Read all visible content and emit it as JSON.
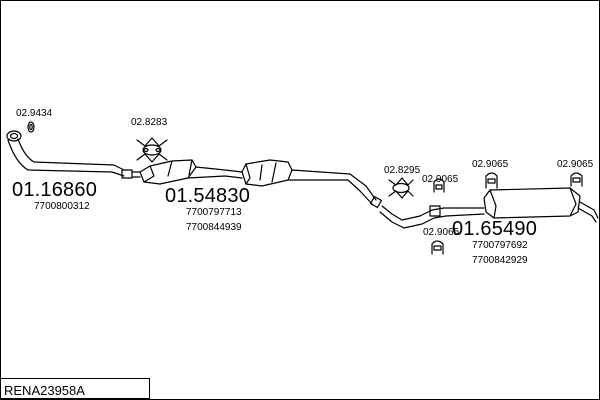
{
  "parts": [
    {
      "number": "01.16860",
      "oem": [
        "7700800312"
      ]
    },
    {
      "number": "01.54830",
      "oem": [
        "7700797713",
        "7700844939"
      ]
    },
    {
      "number": "01.65490",
      "oem": [
        "7700797692",
        "7700842929"
      ]
    }
  ],
  "fittings": {
    "f1": "02.9434",
    "f2": "02.8283",
    "f3": "02.8295",
    "f4": "02.9065",
    "f5": "02.9065",
    "f6": "02.9065",
    "f7": "02.9065"
  },
  "kit_code": "RENA23958A"
}
